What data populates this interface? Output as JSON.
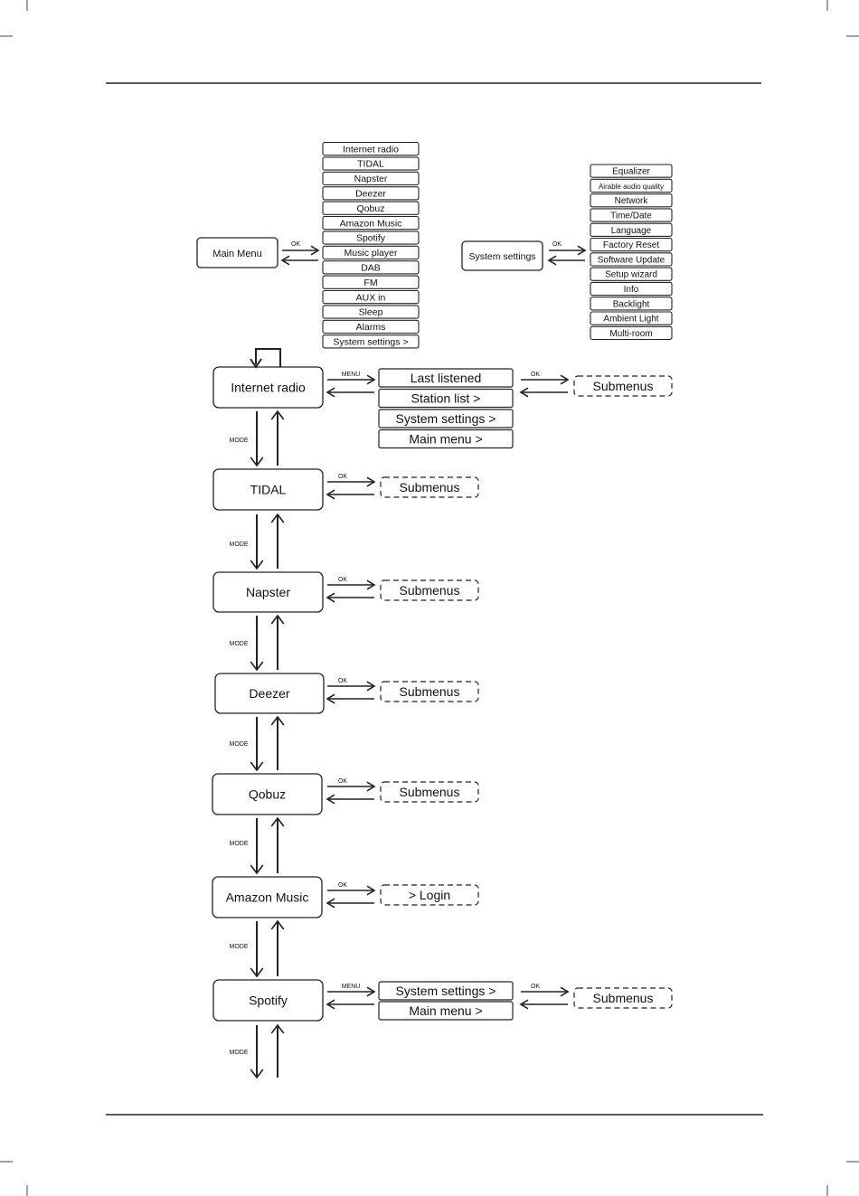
{
  "main_menu": {
    "label": "Main Menu",
    "ok": "OK",
    "items": [
      "Internet radio",
      "TIDAL",
      "Napster",
      "Deezer",
      "Qobuz",
      "Amazon Music",
      "Spotify",
      "Music player",
      "DAB",
      "FM",
      "AUX in",
      "Sleep",
      "Alarms",
      "System settings >"
    ]
  },
  "system_settings": {
    "label": "System settings",
    "ok": "OK",
    "items": [
      "Equalizer",
      "Airable audio quality",
      "Network",
      "Time/Date",
      "Language",
      "Factory Reset",
      "Software Update",
      "Setup wizard",
      "Info",
      "Backlight",
      "Ambient Light",
      "Multi-room"
    ]
  },
  "mode_label": "MODE",
  "modes": [
    {
      "label": "Internet radio",
      "key": "MENU",
      "menu": [
        "Last listened",
        "Station list >",
        "System settings >",
        "Main menu >"
      ],
      "ok": "OK",
      "target": "Submenus"
    },
    {
      "label": "TIDAL",
      "key": "OK",
      "target": "Submenus"
    },
    {
      "label": "Napster",
      "key": "OK",
      "target": "Submenus"
    },
    {
      "label": "Deezer",
      "key": "OK",
      "target": "Submenus"
    },
    {
      "label": "Qobuz",
      "key": "OK",
      "target": "Submenus"
    },
    {
      "label": "Amazon Music",
      "key": "OK",
      "target": "> Login"
    },
    {
      "label": "Spotify",
      "key": "MENU",
      "menu": [
        "System settings >",
        "Main menu >"
      ],
      "ok": "OK",
      "target": "Submenus"
    }
  ]
}
